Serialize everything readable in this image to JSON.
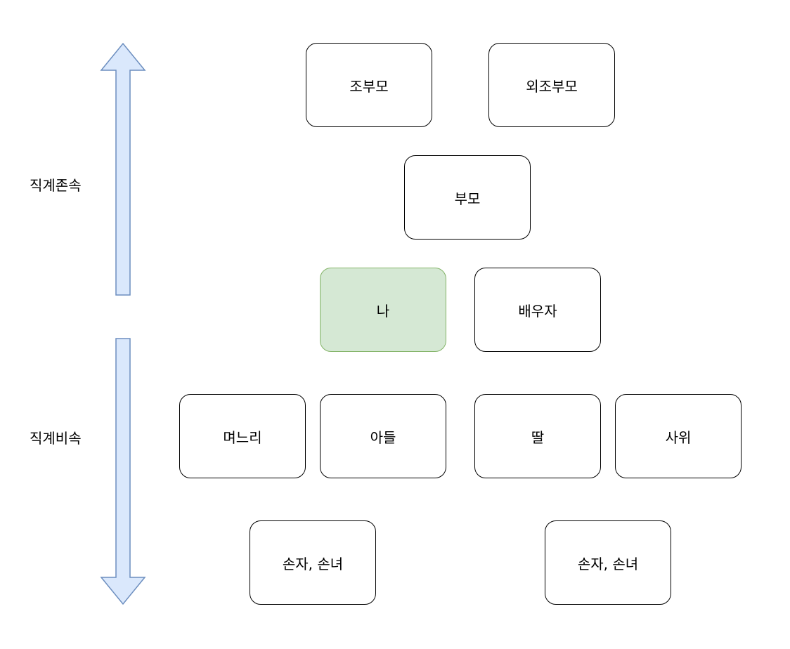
{
  "labels": {
    "ascendant": "직계존속",
    "descendant": "직계비속"
  },
  "nodes": {
    "grandparents": "조부모",
    "maternal_grandparents": "외조부모",
    "parents": "부모",
    "self": "나",
    "spouse": "배우자",
    "daughter_in_law": "며느리",
    "son": "아들",
    "daughter": "딸",
    "son_in_law": "사위",
    "grandchildren_left": "손자, 손녀",
    "grandchildren_right": "손자, 손녀"
  },
  "colors": {
    "arrow_fill": "#dae8fc",
    "arrow_stroke": "#6c8ebf",
    "self_fill": "#d5e8d4",
    "self_stroke": "#82b366"
  }
}
